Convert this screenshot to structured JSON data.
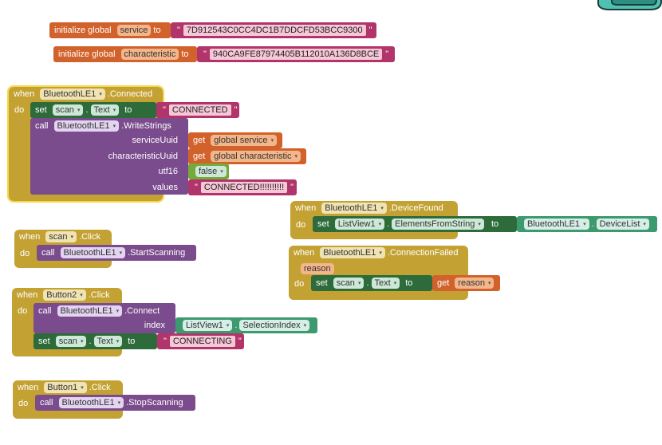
{
  "blocks": {
    "init_service": {
      "initialize": "initialize global",
      "name": "service",
      "to": "to",
      "value": "7D912543C0CC4DC1B7DDCFD53BCC9300"
    },
    "init_characteristic": {
      "initialize": "initialize global",
      "name": "characteristic",
      "to": "to",
      "value": "940CA9FE87974405B112010A136D8BCE"
    },
    "connected_event": {
      "when": "when",
      "component": "BluetoothLE1",
      "event": ".Connected",
      "do": "do",
      "set": "set",
      "target": "scan",
      "prop": "Text",
      "to": "to",
      "text": "CONNECTED",
      "call": "call",
      "method": ".WriteStrings",
      "serviceUuid": "serviceUuid",
      "characteristicUuid": "characteristicUuid",
      "utf16": "utf16",
      "values": "values",
      "get": "get",
      "get_service": "global service",
      "get_characteristic": "global characteristic",
      "false_value": "false",
      "values_text": "CONNECTED!!!!!!!!!!"
    },
    "devicefound_event": {
      "when": "when",
      "component": "BluetoothLE1",
      "event": ".DeviceFound",
      "do": "do",
      "set": "set",
      "target": "ListView1",
      "prop": "ElementsFromString",
      "to": "to",
      "source": "BluetoothLE1",
      "source_prop": "DeviceList"
    },
    "scan_click": {
      "when": "when",
      "component": "scan",
      "event": ".Click",
      "do": "do",
      "call": "call",
      "target": "BluetoothLE1",
      "method": ".StartScanning"
    },
    "connectionfailed_event": {
      "when": "when",
      "component": "BluetoothLE1",
      "event": ".ConnectionFailed",
      "param": "reason",
      "do": "do",
      "set": "set",
      "target": "scan",
      "prop": "Text",
      "to": "to",
      "get": "get",
      "get_var": "reason"
    },
    "button2_click": {
      "when": "when",
      "component": "Button2",
      "event": ".Click",
      "do": "do",
      "call": "call",
      "target": "BluetoothLE1",
      "method": ".Connect",
      "index": "index",
      "list": "ListView1",
      "list_prop": "SelectionIndex",
      "set": "set",
      "set_target": "scan",
      "set_prop": "Text",
      "to": "to",
      "text": "CONNECTING"
    },
    "button1_click": {
      "when": "when",
      "component": "Button1",
      "event": ".Click",
      "do": "do",
      "call": "call",
      "target": "BluetoothLE1",
      "method": ".StopScanning"
    }
  },
  "dropdown_arrow": "▾",
  "quote_open": "\"",
  "quote_close": "\""
}
